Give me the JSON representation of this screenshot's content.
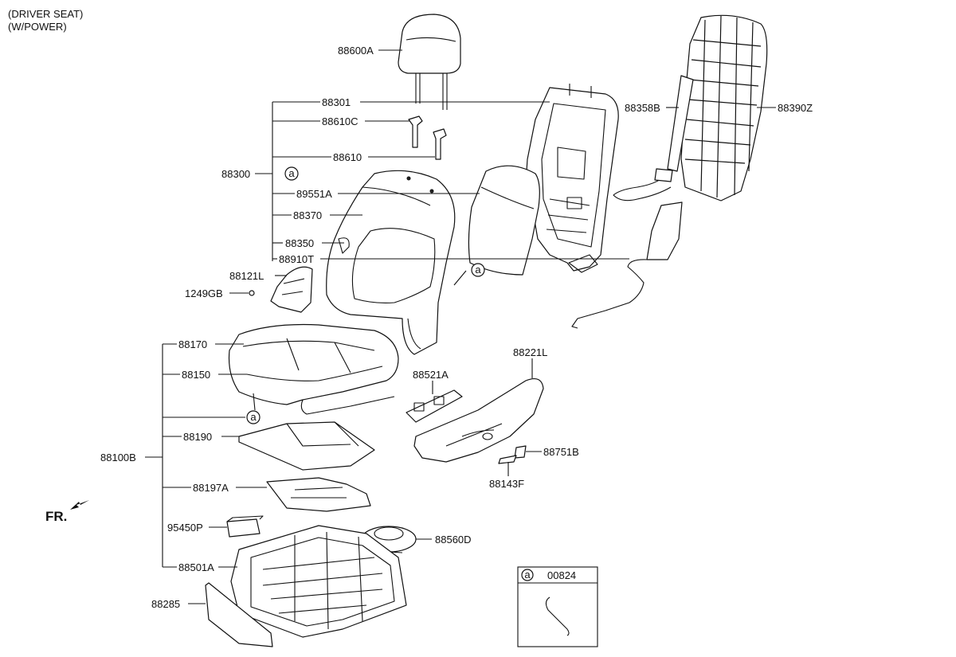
{
  "header": {
    "line1": "(DRIVER SEAT)",
    "line2": "(W/POWER)"
  },
  "front_label": "FR.",
  "callout_symbol": "a",
  "callout_legend": {
    "symbol": "a",
    "part": "00824"
  },
  "parts": {
    "headrest": "88600A",
    "back_assy": "88301",
    "guide_lock": "88610C",
    "guide": "88610",
    "back_group": "88300",
    "back_pad": "89551A",
    "back_cover": "88370",
    "back_trim": "88350",
    "back_wire": "88910T",
    "trim_small": "88121L",
    "screw": "1249GB",
    "back_board": "88358B",
    "back_board_2": "88390Z",
    "cushion_cover": "88170",
    "cushion_pad": "88150",
    "heater": "88190",
    "mat": "88197A",
    "cushion_group": "88100B",
    "module": "95450P",
    "frame": "88501A",
    "shield_front": "88285",
    "switch": "88521A",
    "side_shield": "88221L",
    "knob": "88751B",
    "knob_2": "88143F",
    "lumbar": "88560D"
  }
}
